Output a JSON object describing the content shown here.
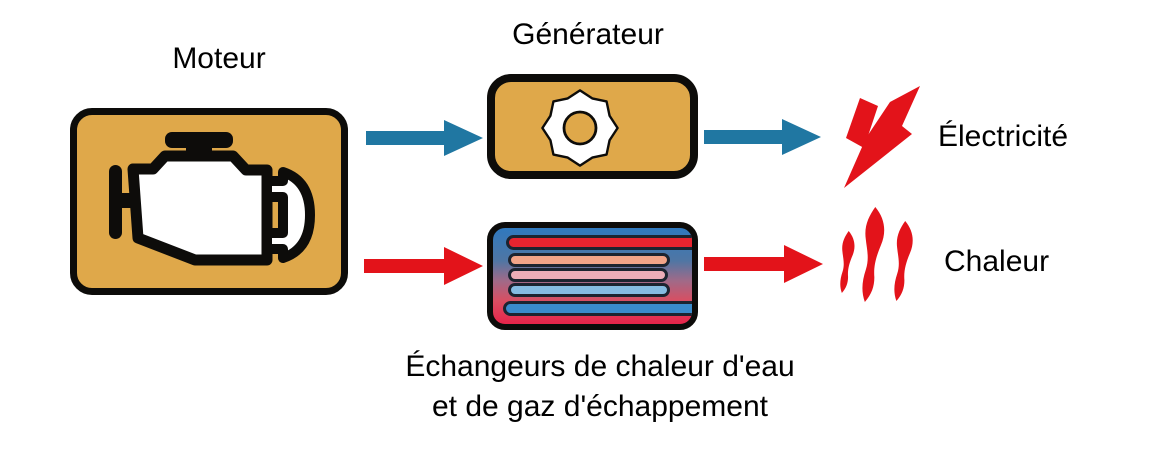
{
  "diagram_title": "",
  "motor": {
    "label": "Moteur"
  },
  "generator": {
    "label": "Générateur"
  },
  "heat_exchanger": {
    "caption_line1": "Échangeurs de chaleur d'eau",
    "caption_line2": "et de gaz d'échappement",
    "pipe_count": 5
  },
  "outputs": {
    "electricity": {
      "label": "Électricité"
    },
    "heat": {
      "label": "Chaleur"
    }
  },
  "icons": {
    "motor": "engine-icon",
    "generator": "gear-icon",
    "electricity": "lightning-bolt-icon",
    "heat": "heat-waves-icon",
    "flow": "arrow-right-icon"
  },
  "colors": {
    "box_fill": "#DFA84A",
    "outline": "#0D0C0A",
    "flow_electricity": "#2077A2",
    "flow_heat": "#E3131A",
    "text": "#000000",
    "hx_top": "#3079BE",
    "hx_upper_mid": "#4F76A4",
    "hx_mid": "#A06A88",
    "hx_lower_mid": "#D94E62",
    "hx_bottom": "#E8244A",
    "pipe_outline": "#1C2430",
    "pipes": [
      "#E8242F",
      "#F2A488",
      "#ECADB8",
      "#85BCE2",
      "#3A8BCB"
    ]
  }
}
